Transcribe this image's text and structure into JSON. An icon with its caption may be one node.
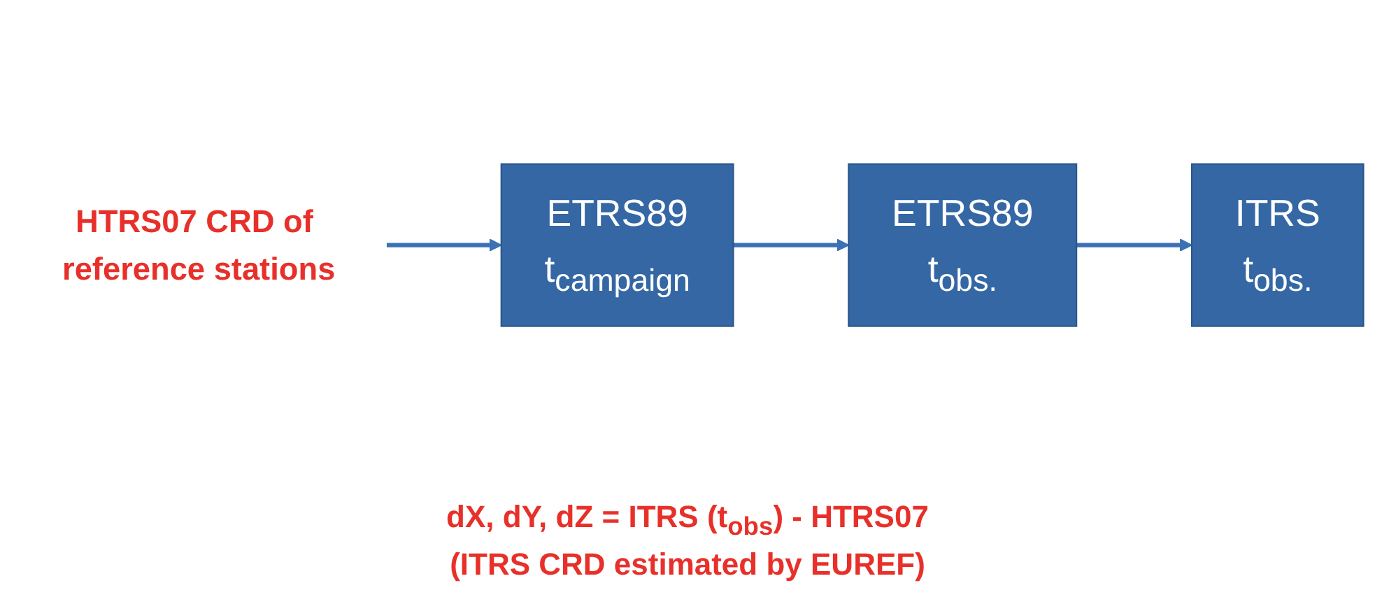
{
  "diagram": {
    "nodes": [
      {
        "text": [
          "ETRS89",
          "t$_{campaign}$"
        ]
      },
      {
        "text": [
          "ETRS89",
          "t$_{obs.}$"
        ]
      },
      {
        "text": [
          "ITRS",
          "t$_{obs.}$"
        ]
      },
      {
        "text": [
          "HTRS07 CRD of reference stations"
        ]
      }
    ],
    "edges": [
      {
        "from": 0,
        "to": 1,
        "arrow": "to"
      },
      {
        "from": 1,
        "to": 2,
        "arrow": "to"
      },
      {
        "from": 3,
        "to": 0,
        "arrow": "to"
      }
    ],
    "labels": [
      "dX, dY, dZ = ITRS (t$_{obs}$) - HTRS07",
      "(ITRS CRD estimated by EUREF)"
    ]
  }
}
